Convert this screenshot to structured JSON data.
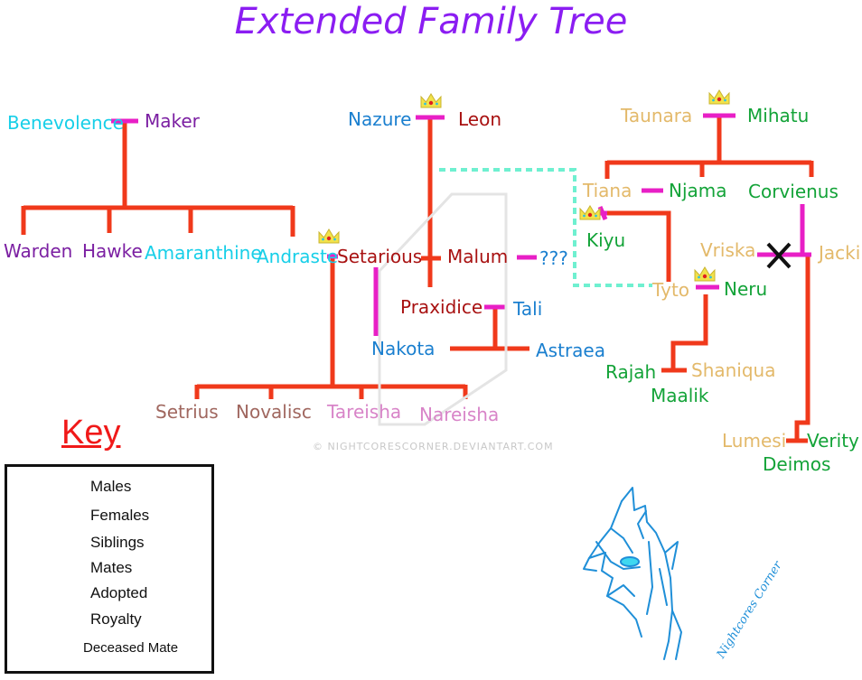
{
  "title": "Extended Family Tree",
  "names": {
    "benevolence": "Benevolence",
    "maker": "Maker",
    "warden": "Warden",
    "hawke": "Hawke",
    "amaranthine": "Amaranthine",
    "andraste": "Andraste",
    "setarious": "Setarious",
    "nazure": "Nazure",
    "leon": "Leon",
    "malum": "Malum",
    "unknown": "???",
    "praxidice": "Praxidice",
    "tali": "Tali",
    "nakota": "Nakota",
    "astraea": "Astraea",
    "setrius": "Setrius",
    "novalisc": "Novalisc",
    "tareisha": "Tareisha",
    "nareisha": "Nareisha",
    "taunara": "Taunara",
    "mihatu": "Mihatu",
    "tiana": "Tiana",
    "njama": "Njama",
    "corvienus": "Corvienus",
    "kiyu": "Kiyu",
    "vriska": "Vriska",
    "jacki": "Jacki",
    "tyto": "Tyto",
    "neru": "Neru",
    "rajah": "Rajah",
    "shaniqua": "Shaniqua",
    "maalik": "Maalik",
    "lumesi": "Lumesi",
    "verity": "Verity",
    "deimos": "Deimos"
  },
  "key": {
    "title": "Key",
    "males": "Males",
    "females": "Females",
    "siblings": "Siblings",
    "mates": "Mates",
    "adopted": "Adopted",
    "royalty": "Royalty",
    "deceased": "Deceased Mate"
  },
  "watermark": "© NIGHTCORESCORNER.DEVIANTART.COM",
  "signature": "Nightcores Corner",
  "colors": {
    "title": "#8b1df2",
    "siblings": "#f0391b",
    "mates": "#e81fc6",
    "adopted": "#6ff0d0",
    "crown": "#f2e24a",
    "sketch": "#1f8fd8",
    "male_swatches": [
      "#7b1fa2",
      "#a81111",
      "#a0675f",
      "#13a338"
    ],
    "female_swatches": [
      "#17cfe8",
      "#1a7fcf",
      "#d884c8",
      "#e3b96a"
    ]
  }
}
